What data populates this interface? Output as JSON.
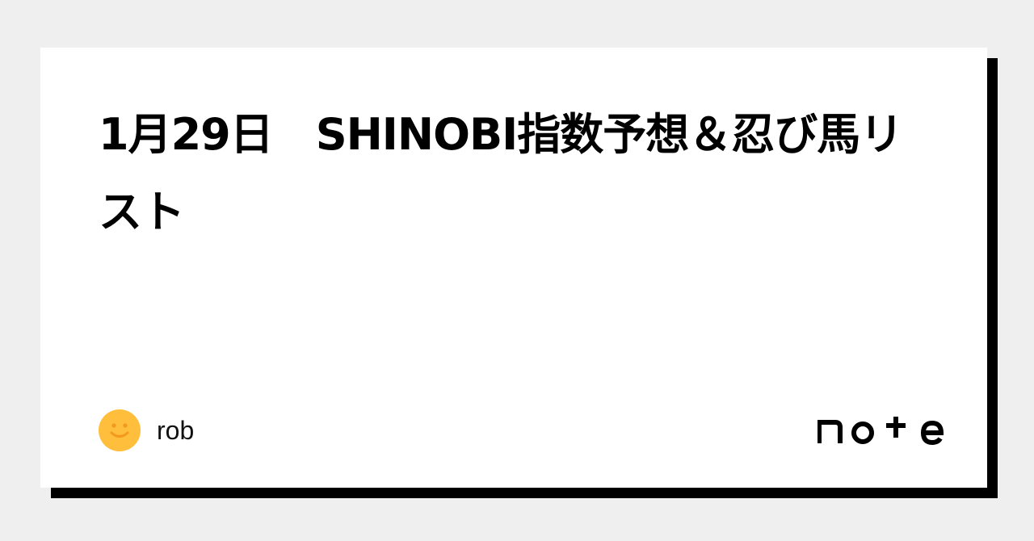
{
  "card": {
    "title": "1月29日　SHINOBI指数予想＆忍び馬リスト"
  },
  "author": {
    "name": "rob",
    "avatar_icon": "smiley-face-icon",
    "avatar_color": "#ffbe3c"
  },
  "brand": {
    "logo_text": "note",
    "logo_icon": "note-logo"
  },
  "colors": {
    "background": "#efefef",
    "card": "#ffffff",
    "shadow": "#000000",
    "text": "#000000"
  }
}
